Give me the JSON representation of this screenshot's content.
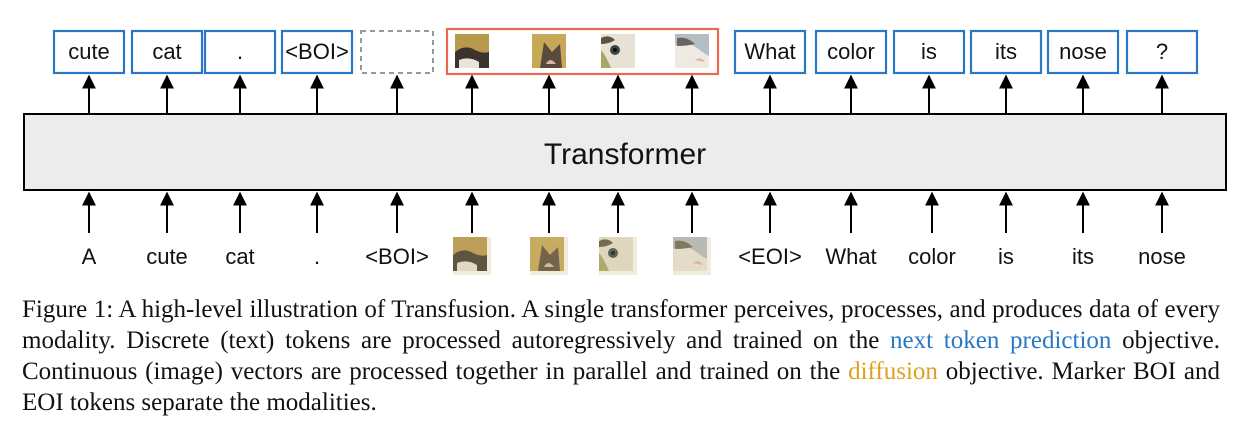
{
  "outputs": {
    "text_tokens_before": [
      "cute",
      "cat",
      ".",
      "<BOI>"
    ],
    "text_tokens_after": [
      "What",
      "color",
      "is",
      "its",
      "nose",
      "?"
    ],
    "image_patch_count": 4
  },
  "transformer_label": "Transformer",
  "inputs": {
    "text_tokens_before": [
      "A",
      "cute",
      "cat",
      ".",
      "<BOI>"
    ],
    "text_tokens_after": [
      "<EOI>",
      "What",
      "color",
      "is",
      "its",
      "nose"
    ],
    "image_patch_count": 4
  },
  "caption": {
    "part1": "Figure 1: A high-level illustration of Transfusion. A single transformer perceives, processes, and produces data of every modality. Discrete (text) tokens are processed autoregressively and trained on the ",
    "link1": "next token prediction",
    "part2": " objective. Continuous (image) vectors are processed together in parallel and trained on the ",
    "link2": "diffusion",
    "part3": " objective. Marker BOI and EOI tokens separate the modalities."
  },
  "colors": {
    "token_box_border": "#2a78c3",
    "image_group_border": "#e8694f",
    "placeholder_border": "#999999",
    "transformer_fill": "#ececec",
    "next_token_prediction": "#2a78c3",
    "diffusion": "#e0a020"
  }
}
